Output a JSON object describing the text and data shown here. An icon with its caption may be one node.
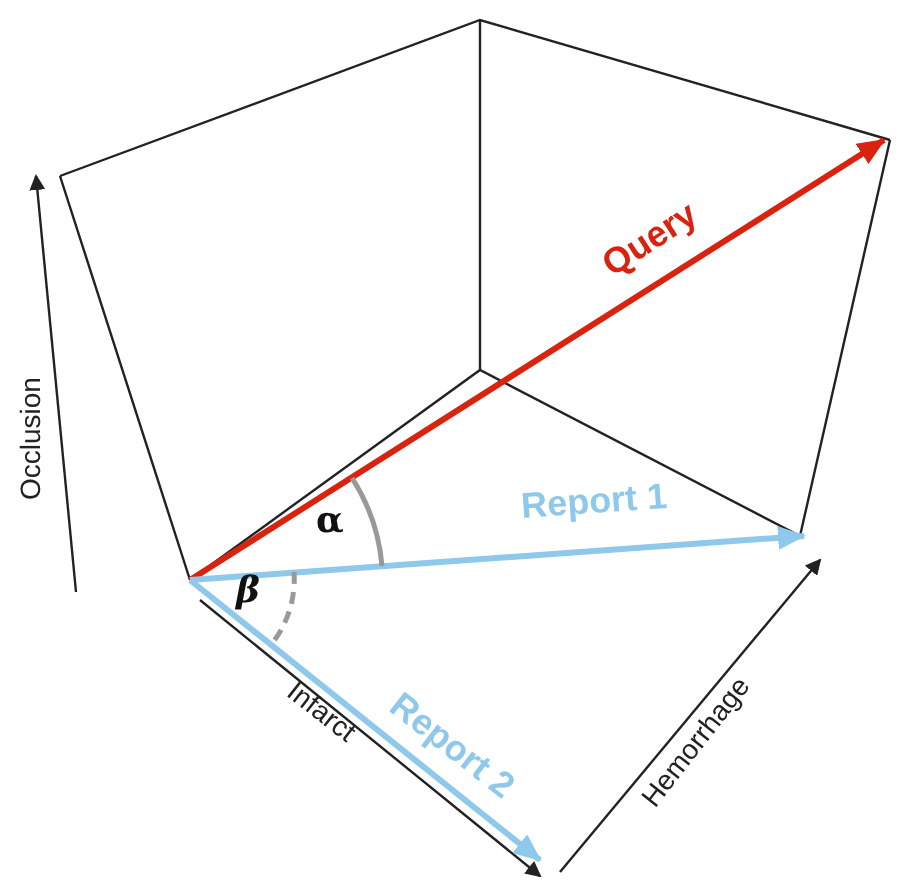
{
  "diagram": {
    "labels": [
      "Query",
      "Occlusion",
      "α",
      "Report 1",
      "β",
      "Hemorrhage",
      "Infarct",
      "Report 2"
    ]
  }
}
